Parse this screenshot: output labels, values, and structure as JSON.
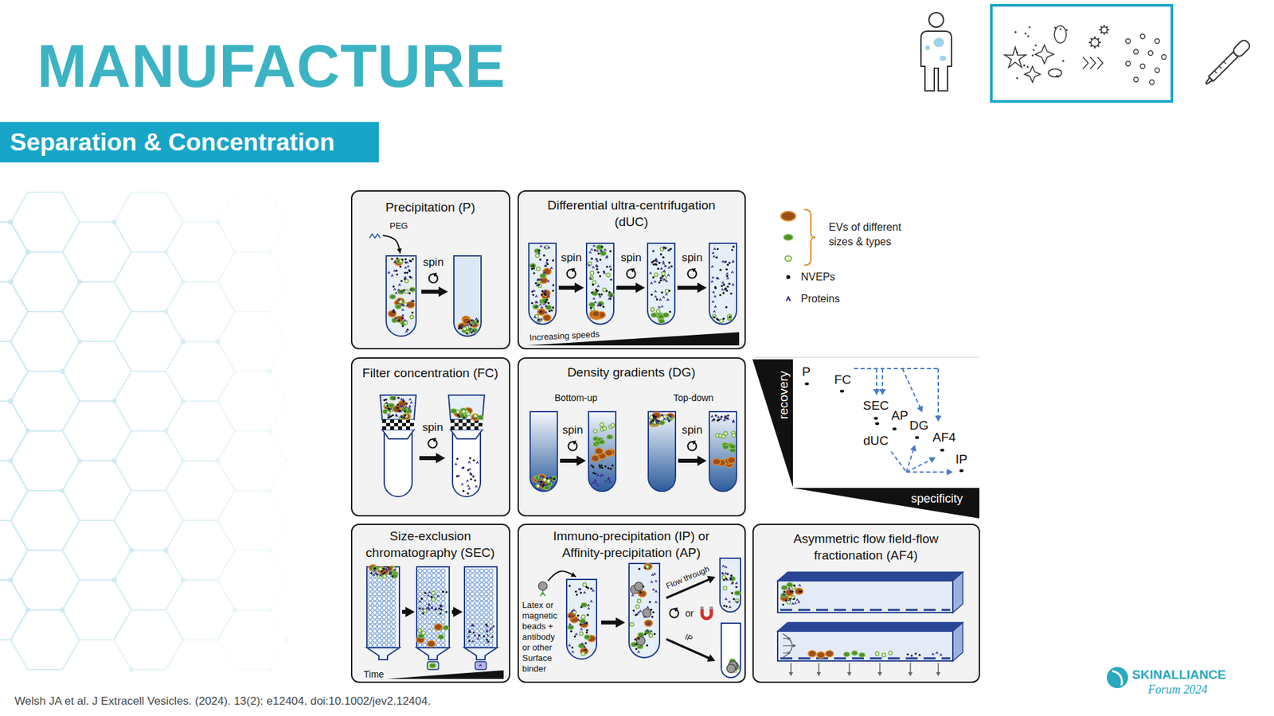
{
  "diagram": {
    "title": "MANUFACTURE",
    "caption": "Welsh JA et al. J Extracell Vesicles. (2024). 13(2): e12404. doi:10.1002/jev2.12404.",
    "nodes": [
      {
        "text": [
          "Separation & Concentration"
        ]
      },
      {
        "text": [
          "Precipitation (P)",
          "PEG",
          "spin"
        ]
      },
      {
        "text": [
          "Differential ultra-centrifugation (dUC)",
          "spin",
          "spin",
          "spin",
          "Increasing speeds"
        ]
      },
      {
        "text": [
          "Filter concentration (FC)",
          "spin"
        ]
      },
      {
        "text": [
          "Density gradients (DG)",
          "Bottom-up",
          "spin",
          "Top-down",
          "spin"
        ]
      },
      {
        "text": [
          "Size-exclusion chromatography (SEC)",
          "Time"
        ]
      },
      {
        "text": [
          "Immuno-precipitation (IP) or Affinity-precipitation (AP)",
          "Latex or magnetic beads + antibody or other Surface binder",
          "Flow through",
          "or",
          "IP"
        ]
      },
      {
        "text": [
          "Asymmetric flow field-flow fractionation (AF4)"
        ]
      }
    ],
    "labels": [
      "recovery",
      "specificity",
      "P",
      "FC",
      "SEC",
      "AP",
      "DG",
      "dUC",
      "AF4",
      "IP",
      "SKINALLIANCE",
      "Forum 2024"
    ],
    "legend": [
      {
        "text": "EVs of different sizes & types"
      },
      {
        "text": "NVEPs",
        "color": "#1a1a1a"
      },
      {
        "text": "Proteins",
        "color": "#3d2a96"
      }
    ]
  }
}
